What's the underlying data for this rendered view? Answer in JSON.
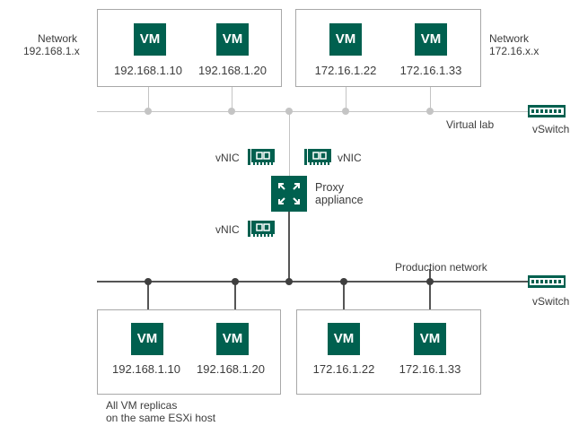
{
  "top_left_box": {
    "network_label_line1": "Network",
    "network_label_line2": "192.168.1.x",
    "vms": [
      {
        "label": "VM",
        "ip": "192.168.1.10"
      },
      {
        "label": "VM",
        "ip": "192.168.1.20"
      }
    ]
  },
  "top_right_box": {
    "network_label_line1": "Network",
    "network_label_line2": "172.16.x.x",
    "vms": [
      {
        "label": "VM",
        "ip": "172.16.1.22"
      },
      {
        "label": "VM",
        "ip": "172.16.1.33"
      }
    ]
  },
  "virtual_lab_label": "Virtual lab",
  "vswitch_top_label": "vSwitch",
  "vnic_labels": [
    "vNIC",
    "vNIC",
    "vNIC"
  ],
  "proxy": {
    "line1": "Proxy",
    "line2": "appliance"
  },
  "production_network_label": "Production network",
  "vswitch_bottom_label": "vSwitch",
  "bottom_left_box": {
    "vms": [
      {
        "label": "VM",
        "ip": "192.168.1.10"
      },
      {
        "label": "VM",
        "ip": "192.168.1.20"
      }
    ]
  },
  "bottom_right_box": {
    "vms": [
      {
        "label": "VM",
        "ip": "172.16.1.22"
      },
      {
        "label": "VM",
        "ip": "172.16.1.33"
      }
    ]
  },
  "replicas_caption_line1": "All VM replicas",
  "replicas_caption_line2": "on the same ESXi host",
  "colors": {
    "vm_fill": "#00604f",
    "line_light": "#c4c4c4",
    "line_dark": "#555555",
    "box_border": "#a8a8a8"
  },
  "icons": [
    "vm-icon",
    "vnic-icon",
    "vswitch-icon",
    "proxy-appliance-icon"
  ]
}
